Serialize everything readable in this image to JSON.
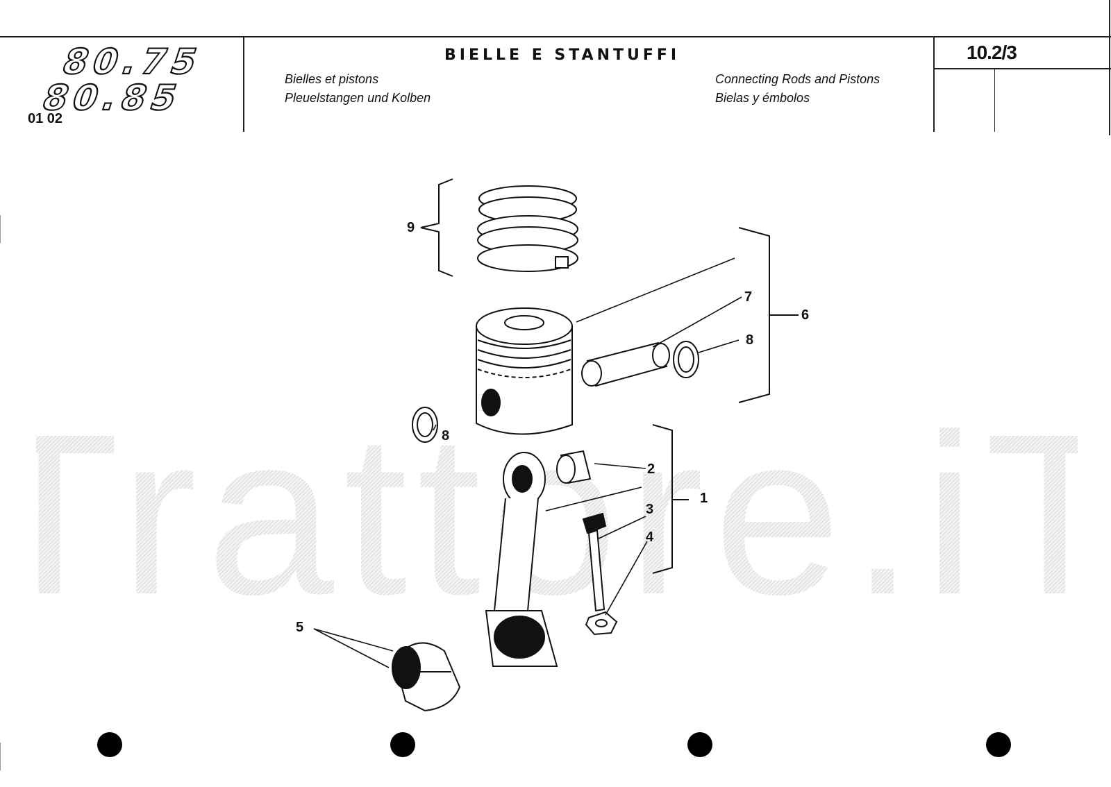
{
  "header": {
    "model_code": "01 02",
    "title": "BIELLE E STANTUFFI",
    "subtitle_fr": "Bielles et pistons",
    "subtitle_de": "Pleuelstangen und Kolben",
    "subtitle_en": "Connecting Rods and Pistons",
    "subtitle_es": "Bielas y émbolos",
    "page_number": "10.2/3"
  },
  "logo": {
    "line1": "80.75",
    "line2": "80.85"
  },
  "watermark": {
    "text": "Trattore.iT"
  },
  "callouts": [
    {
      "id": "9",
      "label": "9"
    },
    {
      "id": "7",
      "label": "7"
    },
    {
      "id": "6",
      "label": "6"
    },
    {
      "id": "8a",
      "label": "8"
    },
    {
      "id": "8b",
      "label": "8"
    },
    {
      "id": "2",
      "label": "2"
    },
    {
      "id": "1",
      "label": "1"
    },
    {
      "id": "3",
      "label": "3"
    },
    {
      "id": "4",
      "label": "4"
    },
    {
      "id": "5",
      "label": "5"
    }
  ],
  "colors": {
    "ink": "#111111",
    "watermark": "#d9d9d9"
  }
}
